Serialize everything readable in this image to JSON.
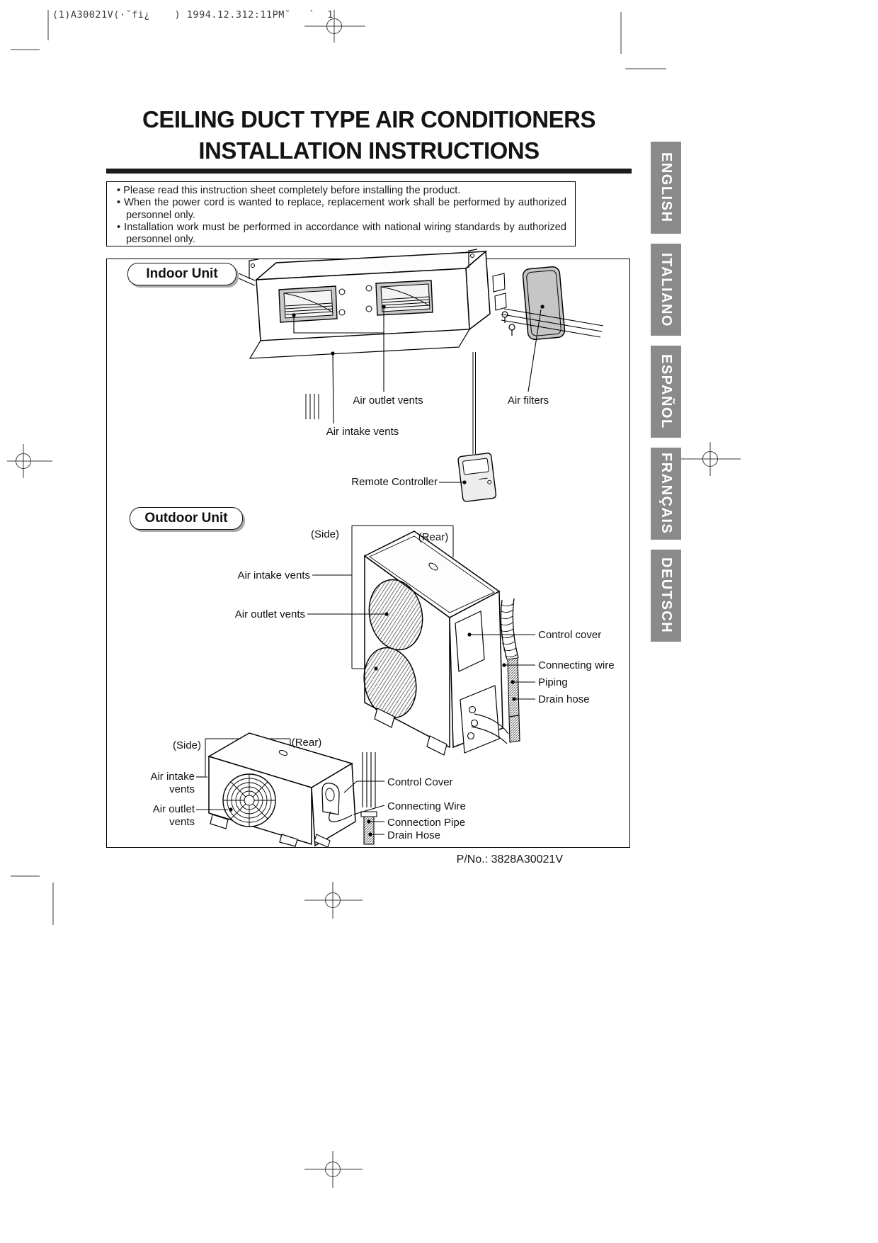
{
  "print_header": "(1)A30021V(·ˇfi¿    ) 1994.12.312:11PM˘   `  1",
  "title": {
    "line1": "CEILING DUCT TYPE AIR CONDITIONERS",
    "line2": "INSTALLATION INSTRUCTIONS"
  },
  "notice": {
    "items": [
      "Please read this instruction sheet completely before installing the product.",
      "When the power cord is wanted to replace, replacement work shall be performed by authorized personnel only.",
      "Installation work must be performed in accordance with national wiring standards by authorized personnel only."
    ]
  },
  "diagram": {
    "indoor": {
      "heading": "Indoor Unit",
      "air_outlet": "Air outlet vents",
      "air_filters": "Air filters",
      "air_intake": "Air intake vents",
      "remote": "Remote Controller"
    },
    "outdoor": {
      "heading": "Outdoor Unit",
      "large": {
        "side": "(Side)",
        "rear": "(Rear)",
        "air_intake": "Air intake vents",
        "air_outlet": "Air outlet vents",
        "control_cover": "Control cover",
        "connecting_wire": "Connecting wire",
        "piping": "Piping",
        "drain_hose": "Drain hose"
      },
      "small": {
        "side": "(Side)",
        "rear": "(Rear)",
        "air_intake": "Air intake\nvents",
        "air_outlet": "Air outlet\nvents",
        "control_cover": "Control Cover",
        "connecting_wire": "Connecting Wire",
        "connection_pipe": "Connection Pipe",
        "drain_hose": "Drain Hose"
      }
    }
  },
  "sidebar": {
    "tab_color": "#8a8a8a",
    "text_color": "#ffffff",
    "languages": [
      {
        "label": "ENGLISH"
      },
      {
        "label": "ITALIANO"
      },
      {
        "label": "ESPAÑOL"
      },
      {
        "label": "FRANÇAIS"
      },
      {
        "label": "DEUTSCH"
      }
    ]
  },
  "part_number": "P/No.: 3828A30021V"
}
